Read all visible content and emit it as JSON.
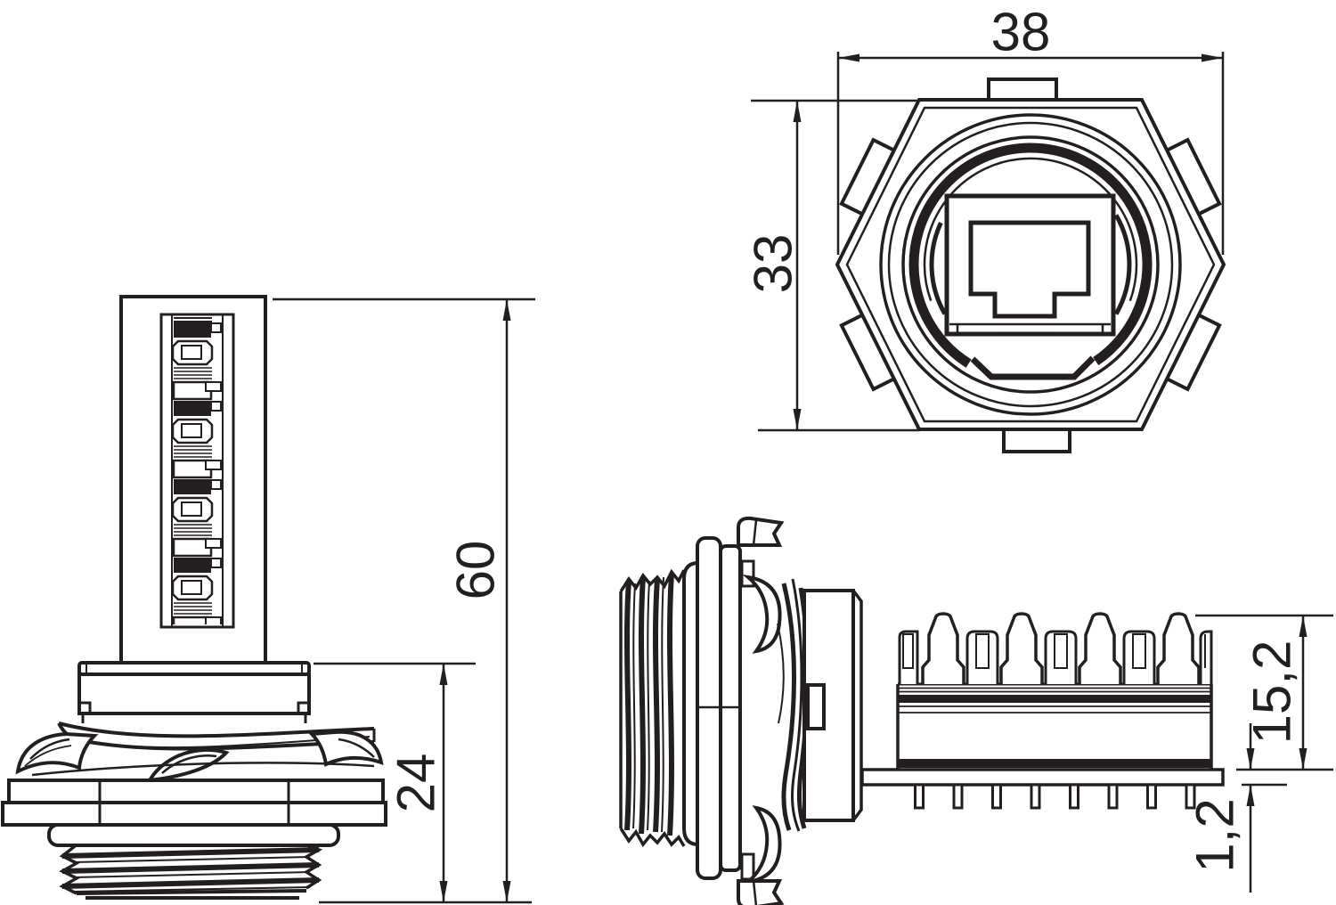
{
  "canvas": {
    "background": "#ffffff",
    "ink": "#231f20"
  },
  "views": {
    "front": {
      "dim_width": "38",
      "dim_height": "33"
    },
    "side": {
      "dim_length_total": "60",
      "dim_length_mount": "24"
    },
    "plugged": {
      "dim_height_block": "15,2",
      "dim_pin_plate": "1,2"
    }
  }
}
